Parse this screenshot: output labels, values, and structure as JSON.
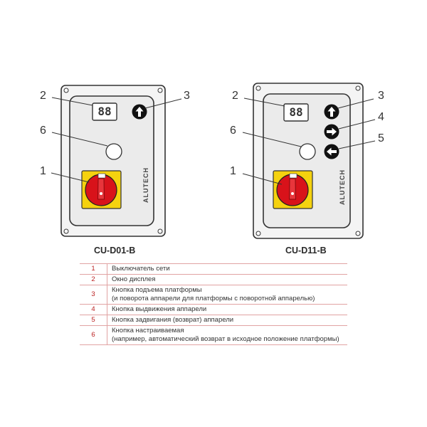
{
  "panels": [
    {
      "model": "CU-D01-B",
      "brand": "ALUTECH",
      "display": "88",
      "callouts": [
        "2",
        "3",
        "6",
        "1"
      ],
      "buttons": [
        {
          "icon": "arrow-up-icon"
        }
      ]
    },
    {
      "model": "CU-D11-B",
      "brand": "ALUTECH",
      "display": "88",
      "callouts": [
        "2",
        "3",
        "4",
        "6",
        "5",
        "1"
      ],
      "buttons": [
        {
          "icon": "arrow-up-icon"
        },
        {
          "icon": "arrow-right-icon"
        },
        {
          "icon": "arrow-left-icon"
        }
      ]
    }
  ],
  "legend": [
    {
      "num": "1",
      "text": "Выключатель сети",
      "sub": ""
    },
    {
      "num": "2",
      "text": "Окно дисплея",
      "sub": ""
    },
    {
      "num": "3",
      "text": "Кнопка подъема платформы",
      "sub": "(и поворота аппарели для платформы с поворотной аппарелью)"
    },
    {
      "num": "4",
      "text": "Кнопка выдвижения аппарели",
      "sub": ""
    },
    {
      "num": "5",
      "text": "Кнопка задвигания (возврат) аппарели",
      "sub": ""
    },
    {
      "num": "6",
      "text": "Кнопка настраиваемая",
      "sub": "(например, автоматический возврат в исходное положение платформы)"
    }
  ],
  "colors": {
    "panel_fill": "#ebebeb",
    "outline": "#333333",
    "switch_yellow": "#f5d20f",
    "knob_red": "#d8121a",
    "legend_number": "#bb2222",
    "legend_rule": "#e1a3a3"
  }
}
